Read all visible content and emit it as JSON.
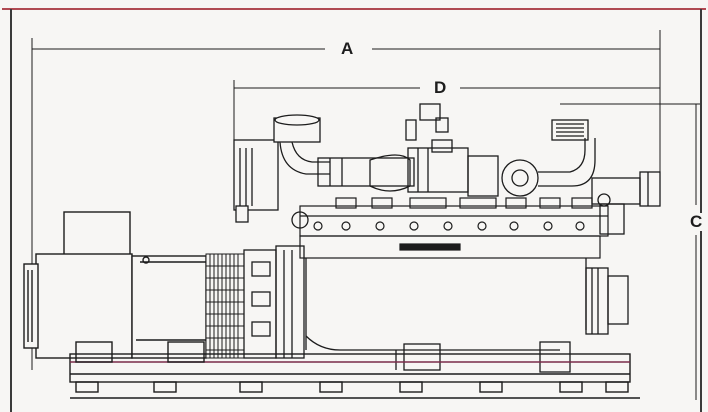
{
  "diagram": {
    "dimension_labels": {
      "a": "A",
      "d": "D",
      "c": "C"
    }
  },
  "colors": {
    "line": "#1c1c1c",
    "border": "#b04a52",
    "background": "#f7f6f4",
    "accent": "#7a2b4a"
  }
}
